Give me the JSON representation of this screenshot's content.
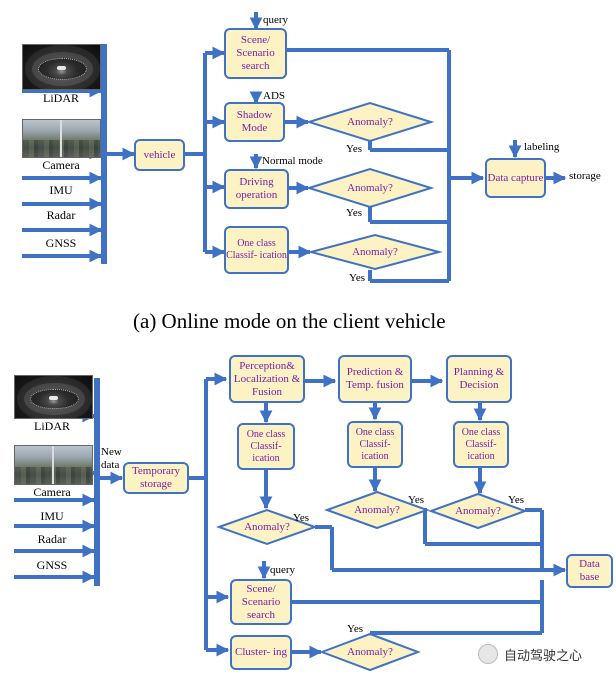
{
  "panel_a": {
    "caption": "(a)   Online mode on the client vehicle",
    "inputs": [
      "LiDAR",
      "Camera",
      "IMU",
      "Radar",
      "GNSS"
    ],
    "vehicle": "vehicle",
    "scene_search": "Scene/ Scenario search",
    "query": "query",
    "ads": "ADS",
    "shadow_mode": "Shadow Mode",
    "normal_mode": "Normal mode",
    "driving_operation": "Driving operation",
    "one_class": "One class Classif- ication",
    "anomaly": "Anomaly?",
    "yes": "Yes",
    "labeling": "labeling",
    "data_capture": "Data capture",
    "storage": "storage"
  },
  "panel_b": {
    "inputs": [
      "LiDAR",
      "Camera",
      "IMU",
      "Radar",
      "GNSS"
    ],
    "new_data": "New data",
    "temporary_storage": "Temporary storage",
    "perception": "Perception& Localization & Fusion",
    "prediction": "Prediction & Temp. fusion",
    "planning": "Planning & Decision",
    "one_class": "One class Classif- ication",
    "anomaly": "Anomaly?",
    "yes": "Yes",
    "query": "query",
    "scene_search": "Scene/ Scenario search",
    "clustering": "Cluster- ing",
    "database": "Data base"
  },
  "watermark": {
    "text": "自动驾驶之心",
    "icon": "wechat-icon"
  }
}
